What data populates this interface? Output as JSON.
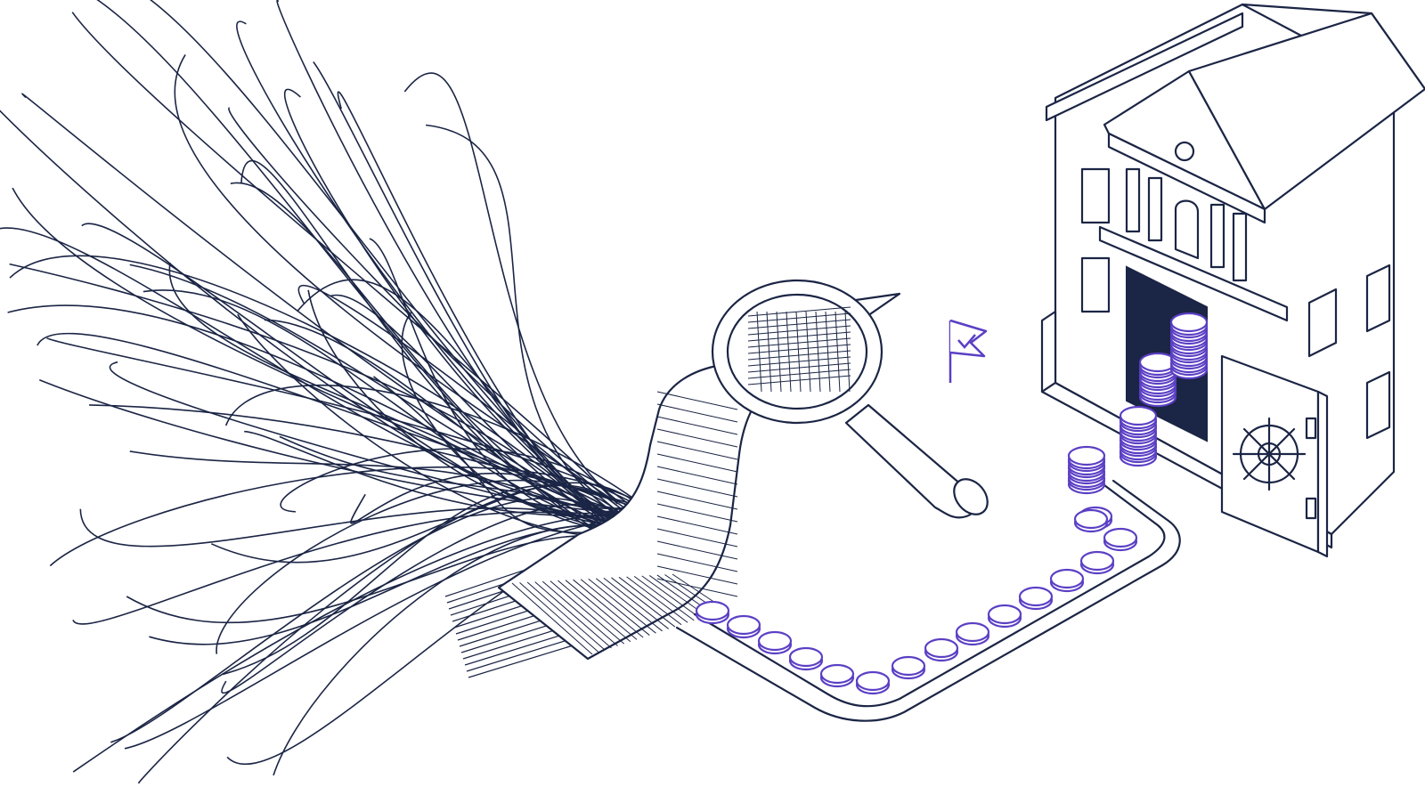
{
  "illustration": {
    "colors": {
      "ink": "#1b2545",
      "accent": "#5b3fc4",
      "background": "#ffffff"
    },
    "icons": [
      "tangled-lines",
      "data-ribbon",
      "magnifying-glass-icon",
      "check-flag-icon",
      "coin-path",
      "coin-stack-icon",
      "bank-building-icon",
      "vault-door-icon"
    ],
    "coin_path_count": 17,
    "coin_stack_count": 4
  }
}
